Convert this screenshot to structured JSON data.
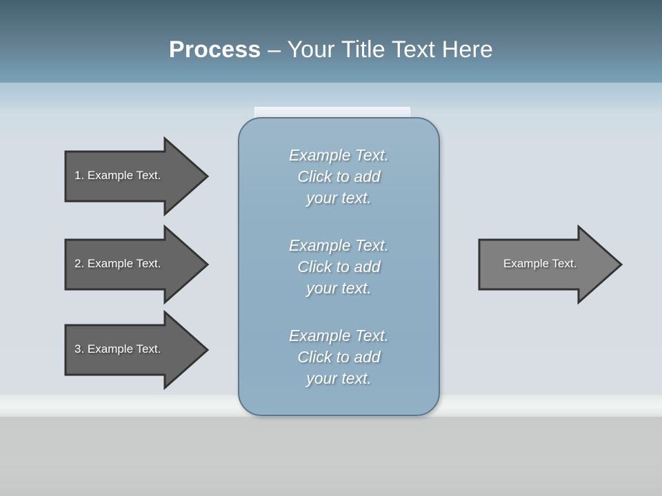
{
  "slide": {
    "title_bold": "Process",
    "title_rest": " – Your Title Text Here"
  },
  "left_arrows": [
    {
      "label": "1. Example Text."
    },
    {
      "label": "2. Example Text."
    },
    {
      "label": "3. Example Text."
    }
  ],
  "center_panel": {
    "blocks": [
      {
        "text": "Example Text.\nClick  to add\nyour text."
      },
      {
        "text": "Example Text.\nClick  to add\nyour text."
      },
      {
        "text": "Example Text.\nClick  to add\nyour text."
      }
    ]
  },
  "right_arrow": {
    "label": "Example Text."
  },
  "colors": {
    "sky_top": "#46606f",
    "sky_bottom": "#83a7ba",
    "wall": "#d6dde4",
    "floor": "#c9cbcb",
    "panel_fill": "#93b1c5",
    "panel_border": "#5e7786",
    "arrow_dark_fill": "#666666",
    "arrow_light_fill": "#808080",
    "arrow_border": "#333333",
    "text_white": "#ffffff"
  }
}
